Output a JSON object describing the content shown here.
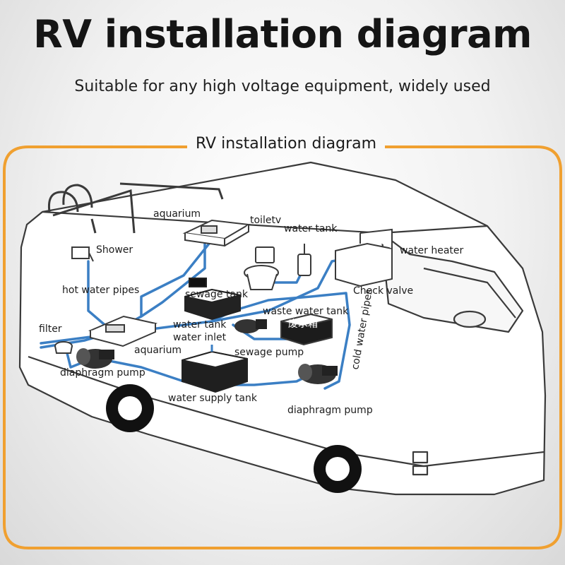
{
  "header": {
    "title": "RV installation diagram",
    "subtitle": "Suitable for any high voltage equipment, widely used"
  },
  "frame": {
    "label": "RV installation diagram",
    "accent_color": "#f0a030"
  },
  "colors": {
    "pipe": "#3b7fc4",
    "outline": "#3a3a3a"
  },
  "labels": {
    "aquarium_top": "aquarium",
    "toiletv": "toiletv",
    "water_tank": "water tank",
    "water_heater": "water heater",
    "shower": "Shower",
    "hot_water_pipes": "hot water pipes",
    "sewage_tank": "sewage tank",
    "check_valve": "Check valve",
    "waste_water_tank": "waste water tank",
    "waste_water_tank_cn": "废水箱",
    "cold_water_pipes": "cold water pipes",
    "filter": "filter",
    "water_tank_water_inlet_1": "water tank",
    "water_tank_water_inlet_2": "water inlet",
    "aquarium_bottom": "aquarium",
    "sewage_pump": "sewage pump",
    "diaphragm_pump_left": "diaphragm pump",
    "water_supply_tank": "water supply tank",
    "diaphragm_pump_right": "diaphragm pump"
  }
}
